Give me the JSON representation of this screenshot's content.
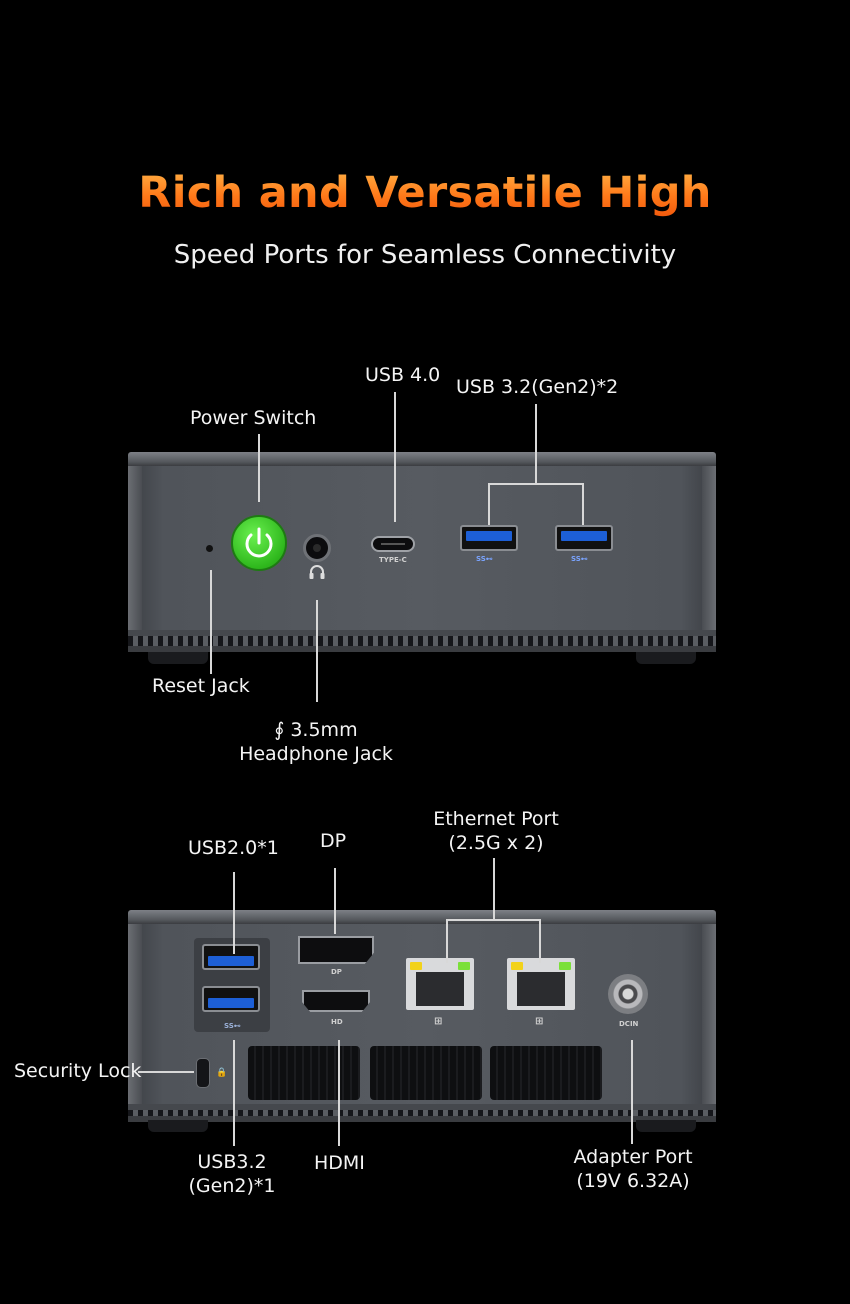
{
  "header": {
    "title": "Rich and Versatile High",
    "subtitle": "Speed Ports for Seamless Connectivity"
  },
  "front_panel": {
    "labels": {
      "power_switch": "Power Switch",
      "usb4": "USB 4.0",
      "usb32_x2": "USB 3.2(Gen2)*2",
      "reset_jack": "Reset Jack",
      "headphone_line1": "∮ 3.5mm",
      "headphone_line2": "Headphone Jack"
    },
    "port_text": {
      "type_c": "TYPE-C",
      "ss_a": "SS⊷",
      "ss_b": "SS⊷"
    }
  },
  "rear_panel": {
    "labels": {
      "usb20": "USB2.0*1",
      "dp": "DP",
      "ethernet_line1": "Ethernet Port",
      "ethernet_line2": "(2.5G x 2)",
      "security_lock": "Security Lock",
      "usb32_line1": "USB3.2",
      "usb32_line2": "(Gen2)*1",
      "hdmi": "HDMI",
      "adapter_line1": "Adapter Port",
      "adapter_line2": "(19V 6.32A)"
    },
    "port_text": {
      "dp": "DP",
      "hd": "HD",
      "dcin": "DCIN",
      "ss": "SS⊷"
    }
  },
  "colors": {
    "title_gradient_top": "#ffb347",
    "title_gradient_bottom": "#f2580c",
    "power_button": "#3fcf2a",
    "usb3_blue": "#1d5fd6",
    "led_yellow": "#f2d21a",
    "led_green": "#7be03a"
  }
}
